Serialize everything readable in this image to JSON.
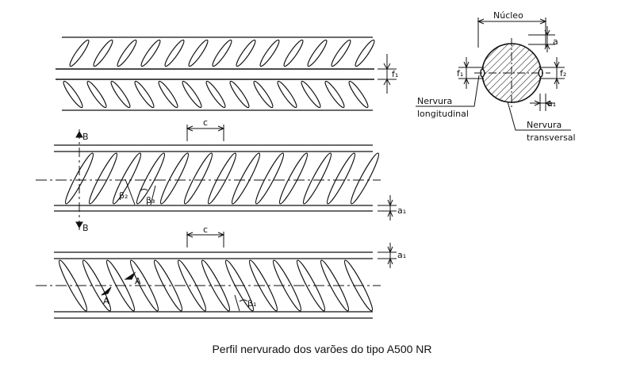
{
  "diagram": {
    "caption": "Perfil nervurado dos varões do tipo A500 NR",
    "labels": {
      "nucleo": "Núcleo",
      "a": "a",
      "f1_top": "f₁",
      "f1": "f₁",
      "f2": "f₂",
      "al_section": "a₁",
      "nervura_long_1": "Nervura",
      "nervura_long_2": "longitudinal",
      "nervura_trans_1": "Nervura",
      "nervura_trans_2": "transversal",
      "b_top": "B",
      "b_bottom": "B",
      "c_middle": "c",
      "c_bottom": "c",
      "beta2": "β₂",
      "beta3": "β₃",
      "beta1": "β₁",
      "al_middle": "a₁",
      "al_bottom": "a₁",
      "a_left": "A",
      "a_right": "A"
    }
  }
}
